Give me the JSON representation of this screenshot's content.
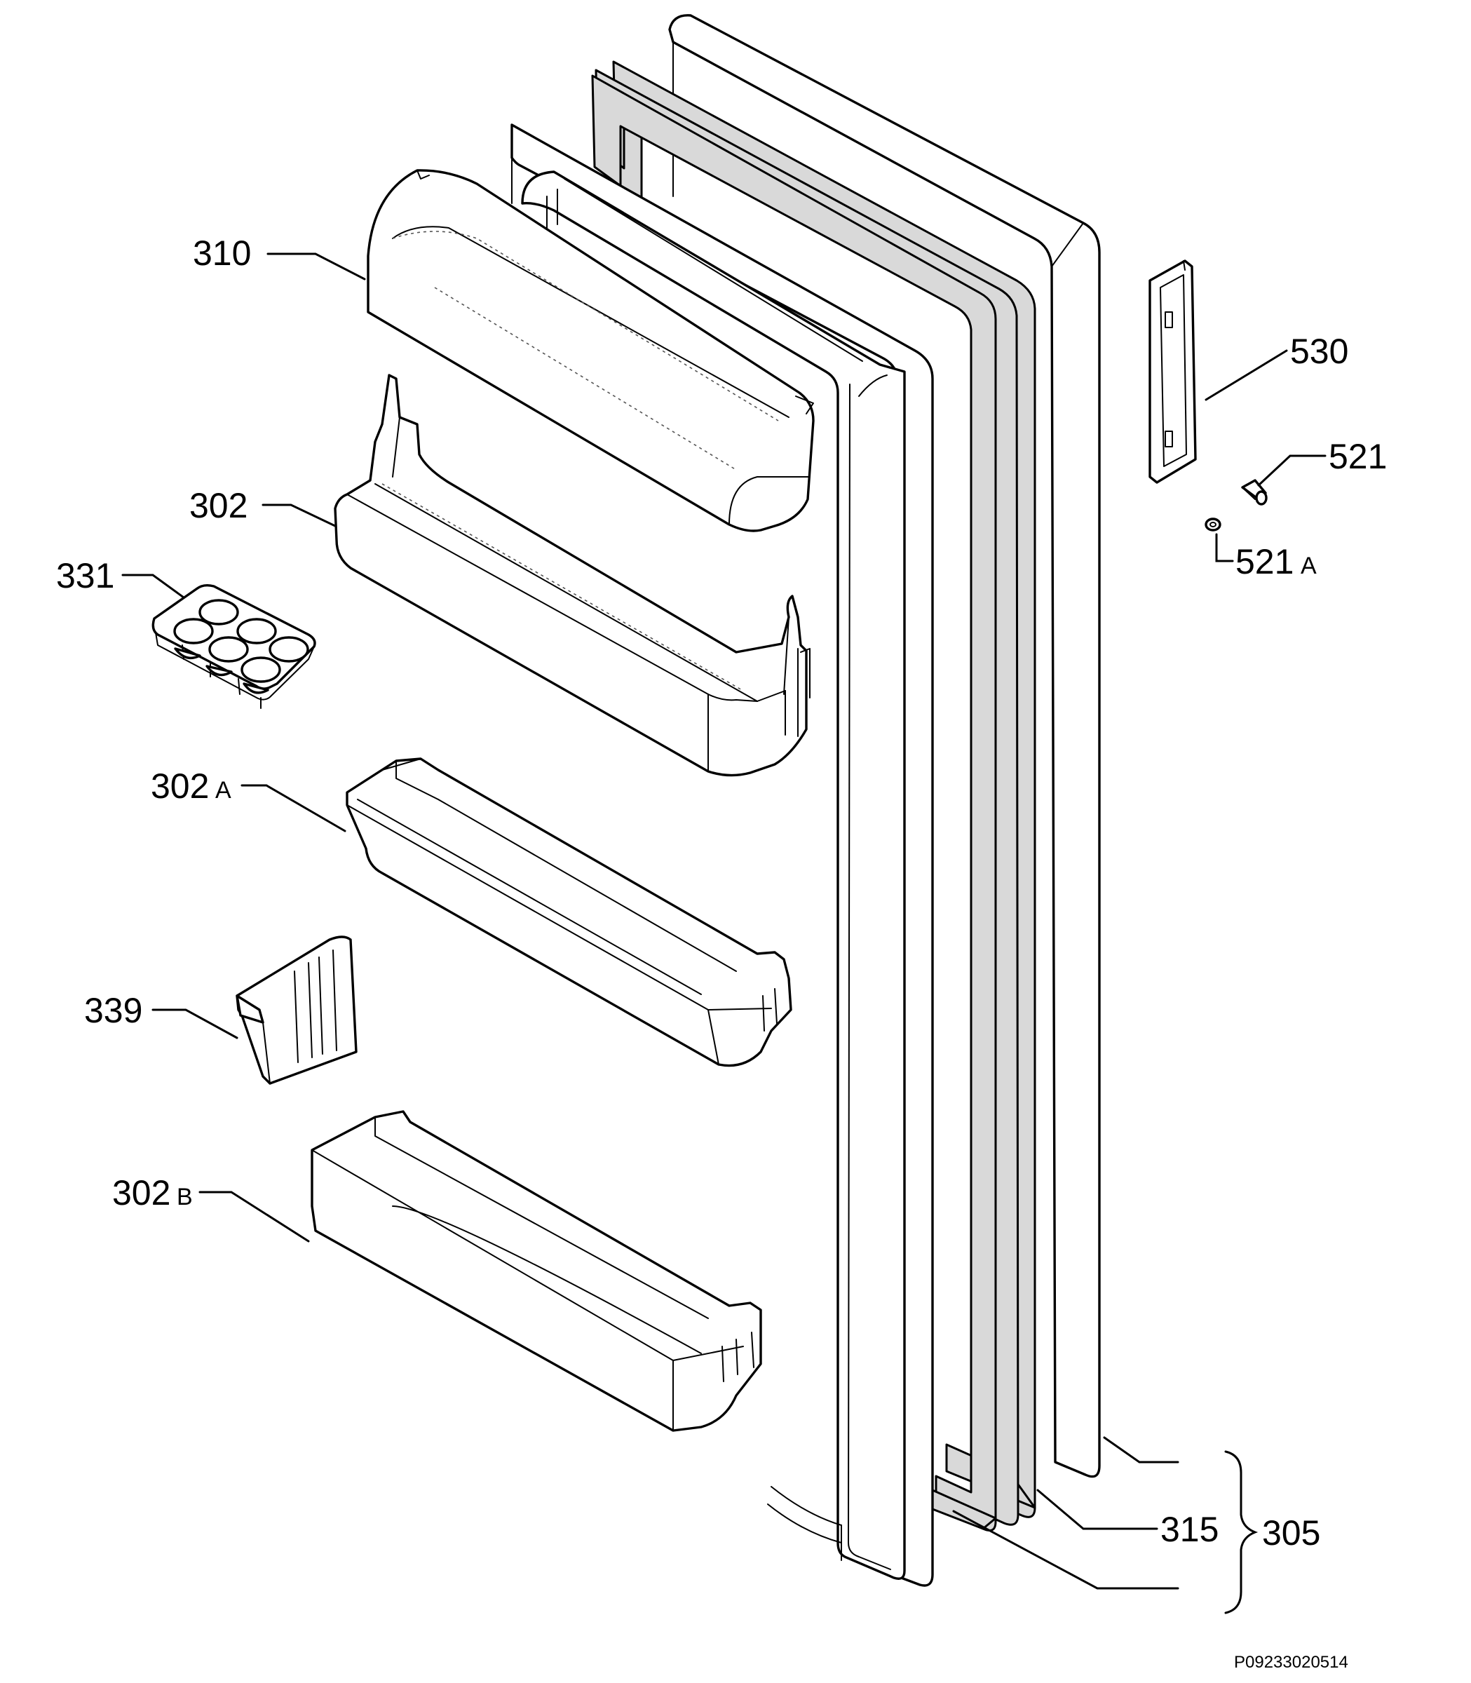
{
  "diagram": {
    "labels": {
      "l310": "310",
      "l302": "302",
      "l331": "331",
      "l302a": "302",
      "l302a_suffix": "A",
      "l339": "339",
      "l302b": "302",
      "l302b_suffix": "B",
      "l530": "530",
      "l521": "521",
      "l521a": "521",
      "l521a_suffix": "A",
      "l315": "315",
      "l305": "305"
    },
    "reference_code": "P09233020514"
  }
}
